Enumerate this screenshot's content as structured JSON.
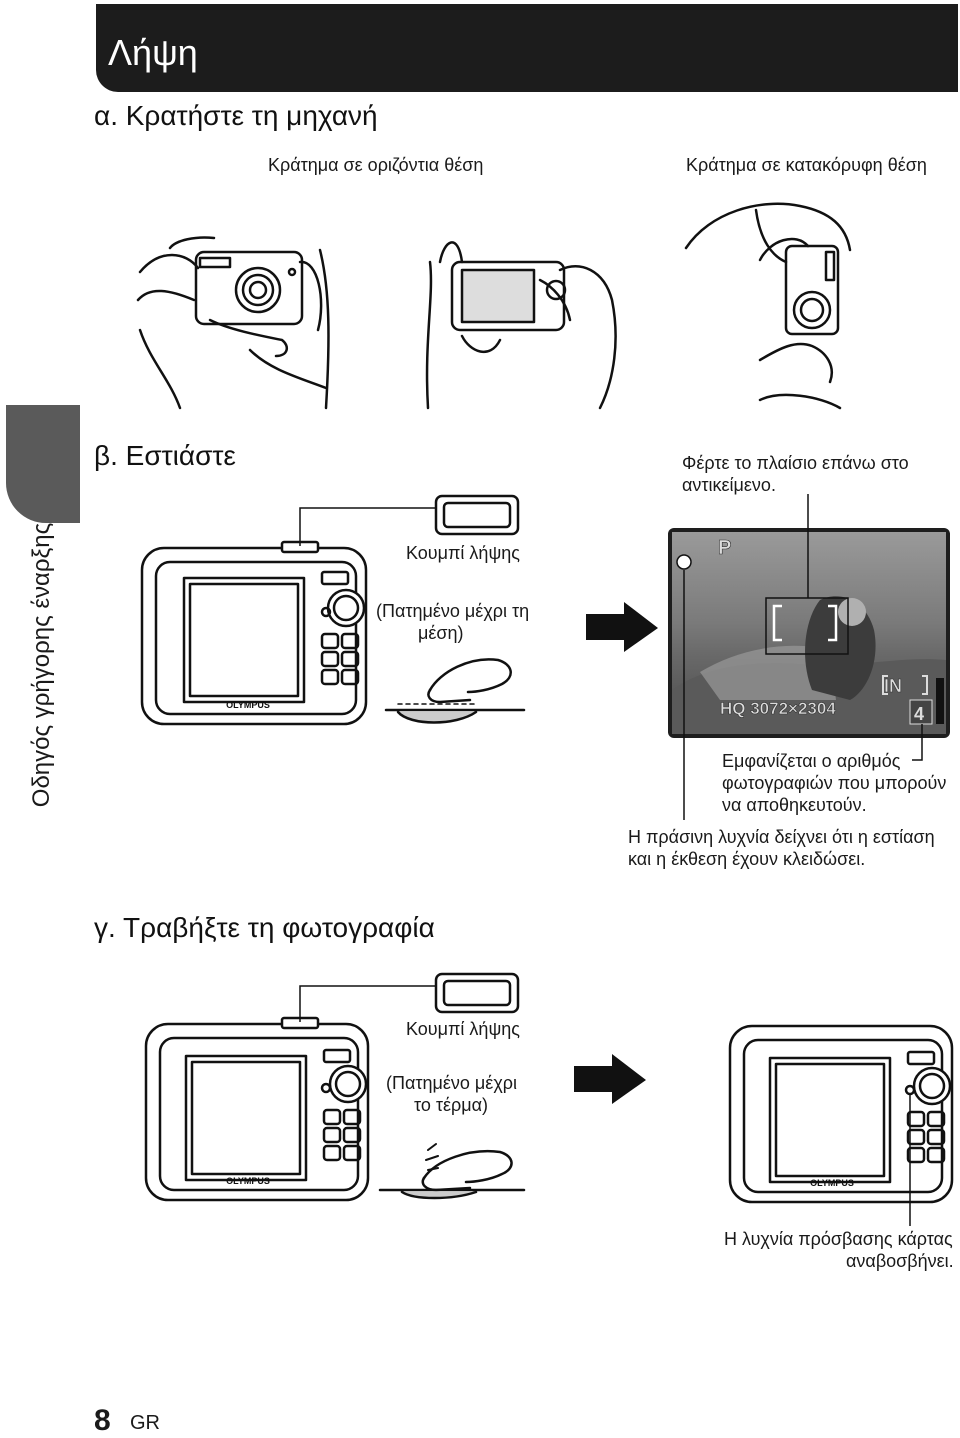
{
  "header": {
    "title": "Λήψη"
  },
  "side_tab": {
    "label": "Οδηγός γρήγορης έναρξης"
  },
  "section_a": {
    "heading": "α. Κρατήστε τη μηχανή",
    "horizontal_caption": "Κράτημα σε οριζόντια θέση",
    "vertical_caption": "Κράτημα σε κατακόρυφη θέση"
  },
  "section_b": {
    "heading": "β. Εστιάστε",
    "frame_note_line1": "Φέρτε το πλαίσιο επάνω στο",
    "frame_note_line2": "αντικείμενο.",
    "shutter_label": "Κουμπί λήψης",
    "half_press_line1": "(Πατημένο μέχρι τη",
    "half_press_line2": "μέση)",
    "count_note_line1": "Εμφανίζεται ο αριθμός",
    "count_note_line2": "φωτογραφιών που μπορούν",
    "count_note_line3": "να αποθηκευτούν.",
    "lamp_note_line1": "Η πράσινη λυχνία δείχνει ότι η εστίαση",
    "lamp_note_line2": "και η έκθεση έχουν κλειδώσει.",
    "lcd": {
      "mode": "P",
      "memory": "IN",
      "quality": "HQ 3072×2304",
      "shots": "4"
    }
  },
  "section_c": {
    "heading": "γ. Τραβήξτε τη φωτογραφία",
    "shutter_label": "Κουμπί λήψης",
    "full_press_line1": "(Πατημένο μέχρι",
    "full_press_line2": "το τέρμα)",
    "access_note_line1": "Η λυχνία πρόσβασης κάρτας",
    "access_note_line2": "αναβοσβήνει."
  },
  "camera_brand": "OLYMPUS",
  "footer": {
    "page_number": "8",
    "language": "GR"
  }
}
